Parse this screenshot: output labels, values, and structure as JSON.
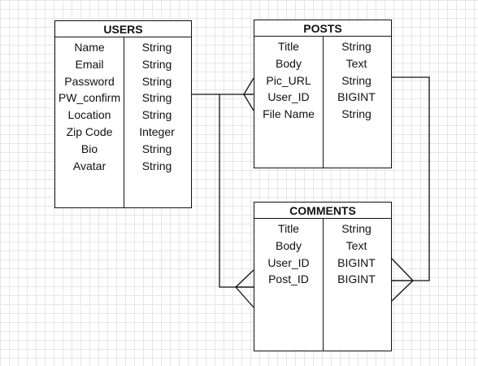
{
  "entities": {
    "users": {
      "title": "USERS",
      "rows": [
        {
          "name": "Name",
          "type": "String"
        },
        {
          "name": "Email",
          "type": "String"
        },
        {
          "name": "Password",
          "type": "String"
        },
        {
          "name": "PW_confirm",
          "type": "String"
        },
        {
          "name": "Location",
          "type": "String"
        },
        {
          "name": "Zip Code",
          "type": "Integer"
        },
        {
          "name": "Bio",
          "type": "String"
        },
        {
          "name": "Avatar",
          "type": "String"
        }
      ]
    },
    "posts": {
      "title": "POSTS",
      "rows": [
        {
          "name": "Title",
          "type": "String"
        },
        {
          "name": "Body",
          "type": "Text"
        },
        {
          "name": "Pic_URL",
          "type": "String"
        },
        {
          "name": "User_ID",
          "type": "BIGINT"
        },
        {
          "name": "File Name",
          "type": "String"
        }
      ]
    },
    "comments": {
      "title": "COMMENTS",
      "rows": [
        {
          "name": "Title",
          "type": "String"
        },
        {
          "name": "Body",
          "type": "Text"
        },
        {
          "name": "User_ID",
          "type": "BIGINT"
        },
        {
          "name": "Post_ID",
          "type": "BIGINT"
        }
      ]
    }
  },
  "relationships": [
    {
      "from": "USERS",
      "to": "POSTS",
      "cardinality": "one-to-many"
    },
    {
      "from": "USERS",
      "to": "COMMENTS",
      "cardinality": "one-to-many"
    },
    {
      "from": "POSTS",
      "to": "COMMENTS",
      "cardinality": "one-to-many"
    }
  ]
}
